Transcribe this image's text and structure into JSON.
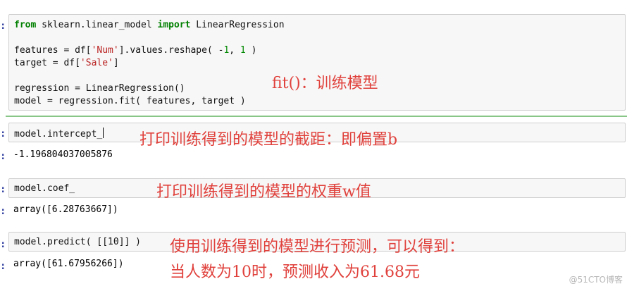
{
  "cells": [
    {
      "code_lines": [
        {
          "parts": [
            {
              "t": "from",
              "c": "kw"
            },
            {
              "t": " sklearn.linear_model "
            },
            {
              "t": "import",
              "c": "kw"
            },
            {
              "t": " LinearRegression"
            }
          ]
        },
        {
          "parts": [
            {
              "t": ""
            }
          ]
        },
        {
          "parts": [
            {
              "t": "features = df["
            },
            {
              "t": "'Num'",
              "c": "str"
            },
            {
              "t": "].values.reshape( -"
            },
            {
              "t": "1",
              "c": "num"
            },
            {
              "t": ", "
            },
            {
              "t": "1",
              "c": "num"
            },
            {
              "t": " )"
            }
          ]
        },
        {
          "parts": [
            {
              "t": "target = df["
            },
            {
              "t": "'Sale'",
              "c": "str"
            },
            {
              "t": "]"
            }
          ]
        },
        {
          "parts": [
            {
              "t": ""
            }
          ]
        },
        {
          "parts": [
            {
              "t": "regression = LinearRegression()"
            }
          ]
        },
        {
          "parts": [
            {
              "t": "model = regression.fit( features, target )"
            }
          ]
        }
      ],
      "note": "fit()：训练模型"
    },
    {
      "code": "model.intercept_",
      "output": "-1.196804037005876",
      "note": "打印训练得到的模型的截距：即偏置b"
    },
    {
      "code": "model.coef_",
      "output": "array([6.28763667])",
      "note": "打印训练得到的模型的权重w值"
    },
    {
      "code": "model.predict( [[10]] )",
      "output": "array([61.67956266])",
      "note_line1": "使用训练得到的模型进行预测，可以得到：",
      "note_line2": "当人数为10时，预测收入为61.68元"
    }
  ],
  "prompt_glyph": ":",
  "watermark": "@51CTO博客",
  "colors": {
    "note": "#e0413c",
    "keyword": "#008000",
    "string": "#ba2121",
    "number": "#008800",
    "separator": "#5fb35f"
  }
}
